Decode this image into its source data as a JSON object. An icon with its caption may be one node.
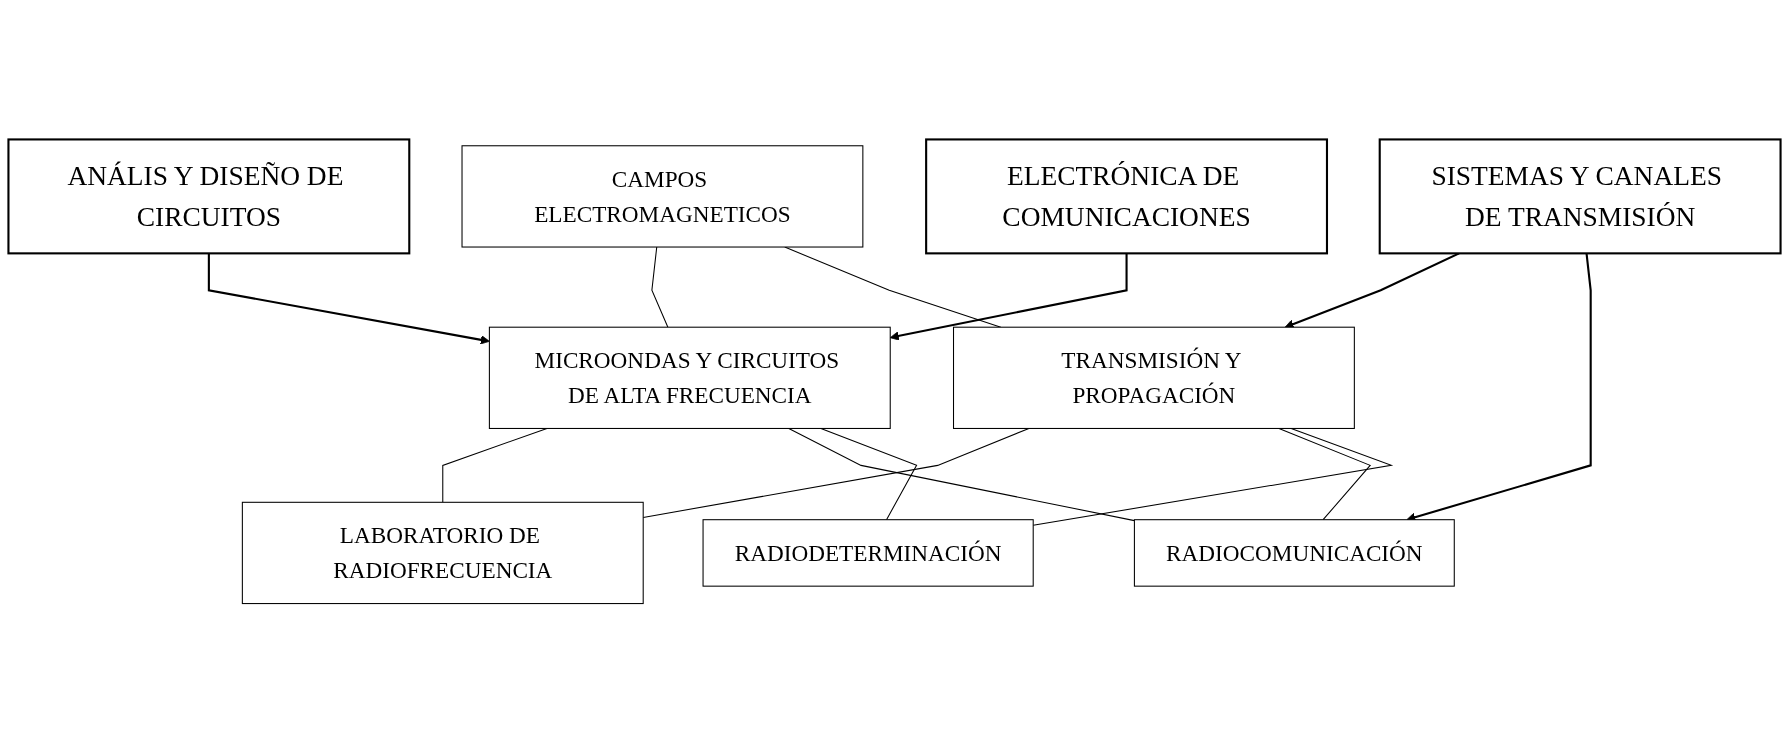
{
  "diagram": {
    "nodes": [
      {
        "text": [
          "CAMPOS ELECTROMAGNETICOS"
        ]
      },
      {
        "text": [
          "ANÁLIS Y DISEÑO DE CIRCUITOS"
        ]
      },
      {
        "text": [
          "SISTEMAS Y CANALES DE TRANSMISIÓN"
        ]
      },
      {
        "text": [
          "MICROONDAS Y CIRCUITOS DE ALTA FRECUENCIA"
        ]
      },
      {
        "text": [
          "TRANSMISIÓN Y PROPAGACIÓN"
        ]
      },
      {
        "text": [
          "ELECTRÓNICA DE COMUNICACIONES"
        ]
      },
      {
        "text": [
          "LABORATORIO DE RADIOFRECUENCIA"
        ]
      },
      {
        "text": [
          "RADIOCOMUNICACIÓN"
        ]
      },
      {
        "text": [
          "RADIODETERMINACIÓN"
        ]
      }
    ],
    "edges": [
      {
        "from": 0,
        "to": 3,
        "arrow": "none"
      },
      {
        "from": 0,
        "to": 4,
        "arrow": "none"
      },
      {
        "from": 1,
        "to": 3,
        "arrow": "to"
      },
      {
        "from": 2,
        "to": 4,
        "arrow": "to"
      },
      {
        "from": 5,
        "to": 3,
        "arrow": "to"
      },
      {
        "from": 3,
        "to": 6,
        "arrow": "none"
      },
      {
        "from": 4,
        "to": 6,
        "arrow": "none"
      },
      {
        "from": 3,
        "to": 7,
        "arrow": "none"
      },
      {
        "from": 3,
        "to": 8,
        "arrow": "none"
      },
      {
        "from": 4,
        "to": 7,
        "arrow": "none"
      },
      {
        "from": 4,
        "to": 8,
        "arrow": "none"
      },
      {
        "from": 2,
        "to": 7,
        "arrow": "to"
      }
    ]
  }
}
